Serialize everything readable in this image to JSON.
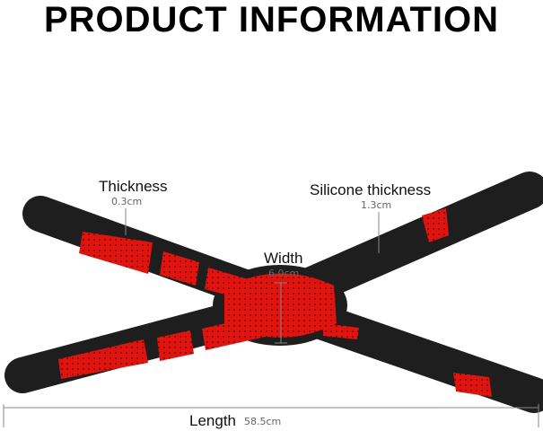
{
  "title": "PRODUCT INFORMATION",
  "measurements": {
    "thickness": {
      "label": "Thickness",
      "value": "0.3cm"
    },
    "silicone_thickness": {
      "label": "Silicone thickness",
      "value": "1.3cm"
    },
    "width": {
      "label": "Width",
      "value": "6.0cm"
    },
    "length": {
      "label": "Length",
      "value": "58.5cm"
    }
  },
  "colors": {
    "pad": "#e0140f",
    "strap": "#1e1e1e"
  }
}
